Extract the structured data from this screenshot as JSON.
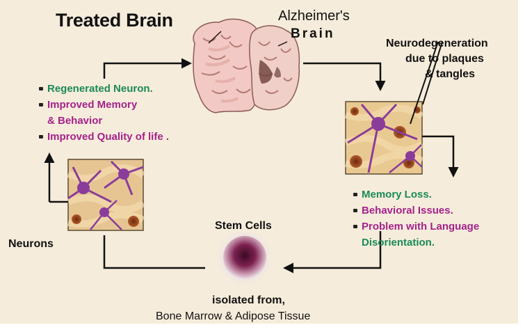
{
  "title_left": {
    "prefix": "Treated ",
    "bold": "Brain"
  },
  "title_right": {
    "line1": "Alzheimer's",
    "line2": "Brain"
  },
  "neurodegeneration": {
    "line1": "Neurodegeneration",
    "line2": "due to plaques",
    "line3": "& tangles"
  },
  "benefits": [
    {
      "text": "Regenerated Neuron.",
      "color": "green"
    },
    {
      "text": "Improved Memory",
      "cont": "& Behavior",
      "color": "purple"
    },
    {
      "text": "Improved Quality of life .",
      "color": "purple"
    }
  ],
  "symptoms": [
    {
      "text": "Memory Loss.",
      "color": "green"
    },
    {
      "text": "Behavioral Issues.",
      "color": "purple"
    },
    {
      "text": "Problem with Language",
      "color": "purple"
    },
    {
      "text": "Disorientation.",
      "color": "green",
      "no_bullet": true
    }
  ],
  "neurons_label": "Neurons",
  "stem_cells_label": "Stem Cells",
  "source": {
    "line1": "isolated from,",
    "line2": "Bone Marrow & Adipose Tissue"
  },
  "colors": {
    "background": "#f6ecdb",
    "green": "#1a8a57",
    "purple": "#a3228a",
    "arrow": "#111111"
  }
}
